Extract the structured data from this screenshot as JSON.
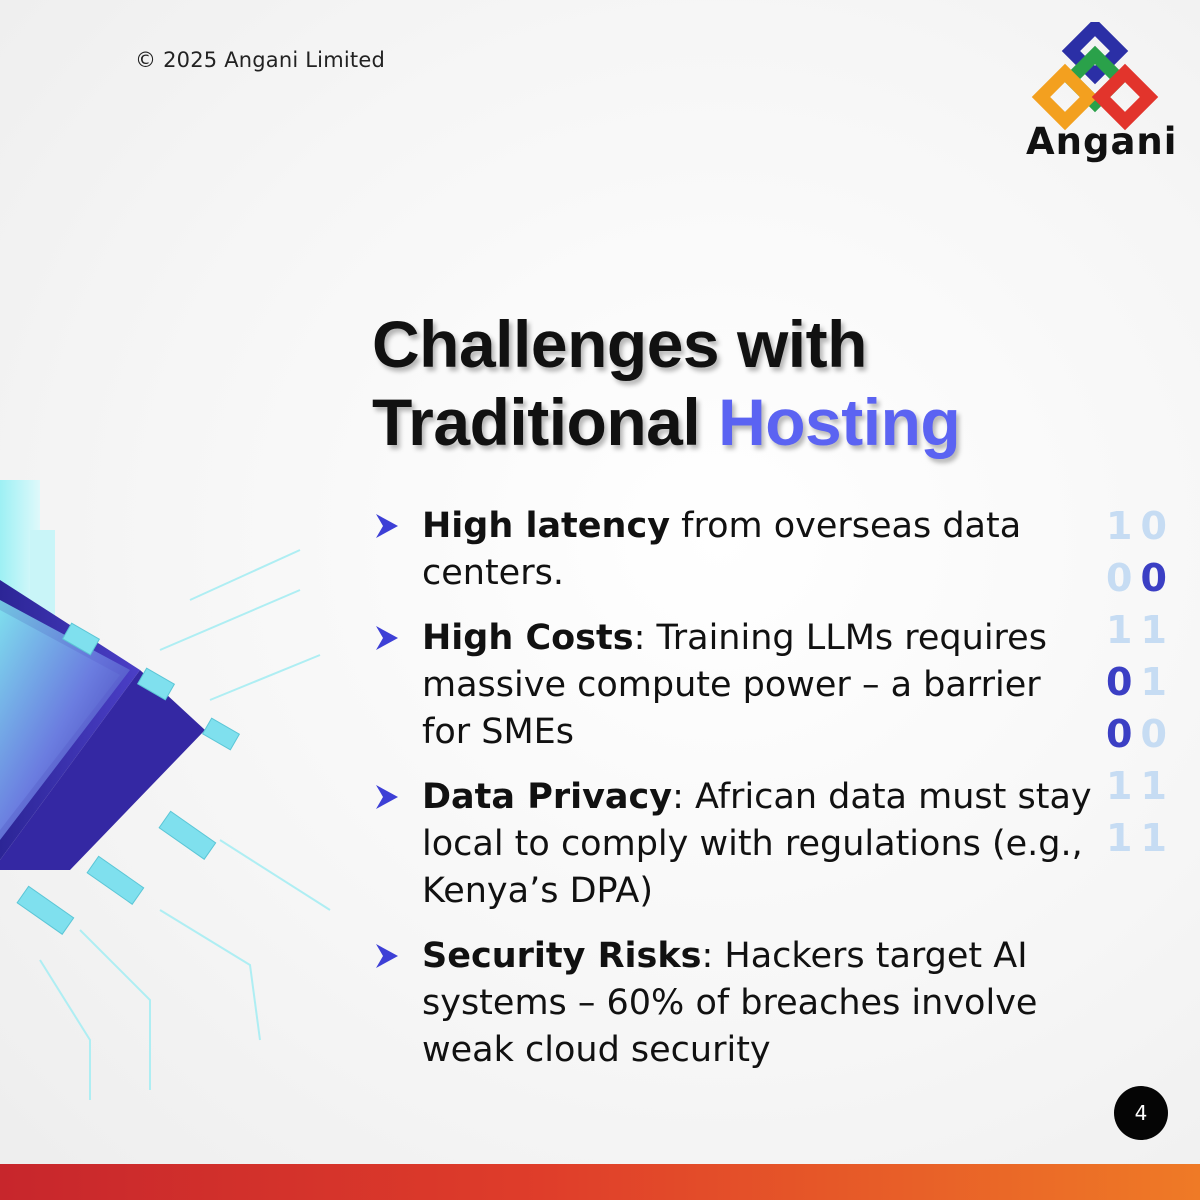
{
  "header": {
    "copyright": "© 2025 Angani Limited",
    "brand_name": "Angani"
  },
  "headline": {
    "line1": "Challenges with",
    "line2_plain": "Traditional",
    "line2_accent": "Hosting"
  },
  "bullets": [
    {
      "bold": "High latency",
      "text": " from overseas data centers."
    },
    {
      "bold": "High Costs",
      "text": ": Training LLMs requires massive compute power – a barrier for SMEs"
    },
    {
      "bold": "Data Privacy",
      "text": ": African data must stay local to comply with regulations (e.g., Kenya’s DPA)"
    },
    {
      "bold": "Security Risks",
      "text": ": Hackers target AI systems – 60% of breaches involve weak cloud security"
    }
  ],
  "binary_column": [
    [
      "1",
      "0"
    ],
    [
      "0",
      "0"
    ],
    [
      "1",
      "1"
    ],
    [
      "0",
      "1"
    ],
    [
      "0",
      "0"
    ],
    [
      "1",
      "1"
    ],
    [
      "1",
      "1"
    ]
  ],
  "page_number": "4",
  "colors": {
    "accent": "#5b63f2",
    "arrow": "#3d3fd6",
    "bar_start": "#c7262c",
    "bar_end": "#ef7a26",
    "logo_blue": "#2b2fa6",
    "logo_green": "#2aa14a",
    "logo_orange": "#f3a01f",
    "logo_red": "#e2342c"
  },
  "icons": [
    "angani-logo-icon",
    "bullet-arrow-icon",
    "chip-illustration"
  ]
}
